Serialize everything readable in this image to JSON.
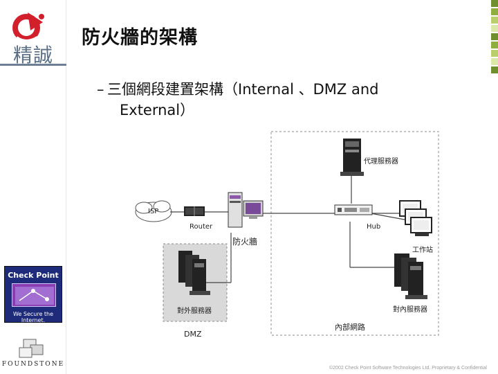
{
  "sidebar": {
    "brand_name": "精誠",
    "checkpoint": {
      "title": "Check Point",
      "tagline": "We Secure the Internet."
    },
    "foundstone": {
      "name": "FOUNDSTONE"
    }
  },
  "slide": {
    "title": "防火牆的架構",
    "bullet_dash": "–",
    "bullet_line1": "三個網段建置架構（Internal 、DMZ and",
    "bullet_line2": "External）"
  },
  "diagram": {
    "labels": {
      "isp": "ISP",
      "router": "Router",
      "firewall": "防火牆",
      "hub": "Hub",
      "proxy": "代理服務器",
      "workstation": "工作站",
      "internal_server": "對內服務器",
      "external_server": "對外服務器",
      "dmz": "DMZ",
      "intranet": "內部網路"
    }
  },
  "footer": {
    "copyright": "©2002 Check Point Software Technologies Ltd. Proprietary & Confidential"
  },
  "colors": {
    "brand_red": "#d11f2b",
    "brand_blue": "#5a6f85",
    "stripe_colors": [
      "#6e8f2b",
      "#8fae3e",
      "#b9cf6b",
      "#dce8a9",
      "#6e8f2b",
      "#8fae3e",
      "#b9cf6b",
      "#dce8a9",
      "#6e8f2b"
    ]
  }
}
